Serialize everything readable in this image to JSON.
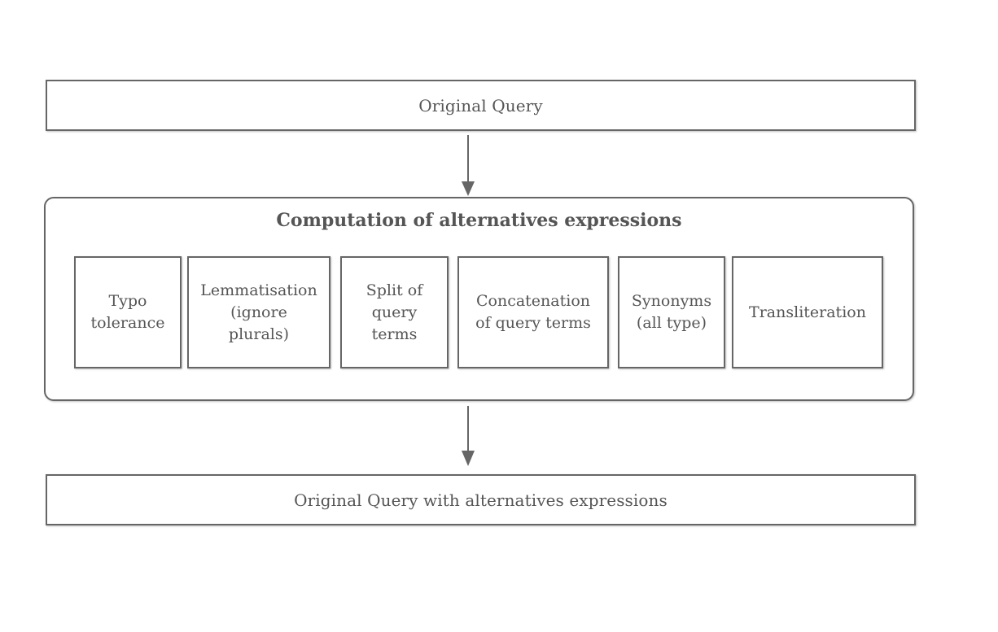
{
  "diagram": {
    "top_box": {
      "label": "Original Query"
    },
    "group": {
      "title": "Computation of alternatives expressions",
      "steps": [
        {
          "lines": [
            "Typo",
            "tolerance"
          ]
        },
        {
          "lines": [
            "Lemmatisation",
            "(ignore",
            "plurals)"
          ]
        },
        {
          "lines": [
            "Split of",
            "query",
            "terms"
          ]
        },
        {
          "lines": [
            "Concatenation",
            "of query terms"
          ]
        },
        {
          "lines": [
            "Synonyms",
            "(all type)"
          ]
        },
        {
          "lines": [
            "Transliteration"
          ]
        }
      ]
    },
    "bottom_box": {
      "label": "Original Query with alternatives expressions"
    },
    "colors": {
      "stroke": "#666666",
      "text": "#555555",
      "background": "#ffffff"
    }
  }
}
